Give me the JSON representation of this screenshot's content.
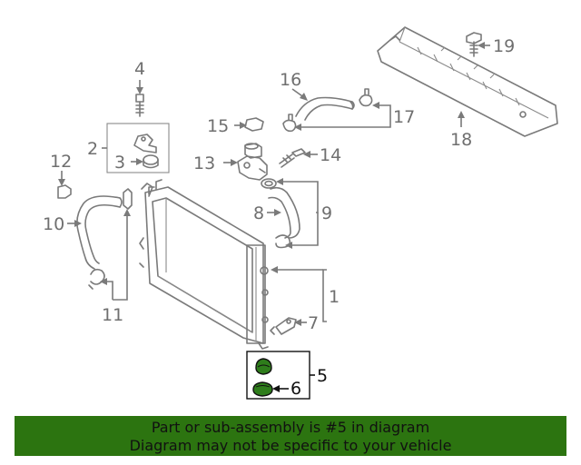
{
  "callouts": {
    "c1": "1",
    "c2": "2",
    "c3": "3",
    "c4": "4",
    "c5": "5",
    "c6": "6",
    "c7": "7",
    "c8": "8",
    "c9": "9",
    "c10": "10",
    "c11": "11",
    "c12": "12",
    "c13": "13",
    "c14": "14",
    "c15": "15",
    "c16": "16",
    "c17": "17",
    "c18": "18",
    "c19": "19"
  },
  "highlight": {
    "part": "5",
    "color": "#2e7d1b",
    "box_stroke": "#111111"
  },
  "banner": {
    "line1": "Part or sub-assembly is #5 in diagram",
    "line2": "Diagram may not be specific to your vehicle",
    "background": "#2c7410"
  }
}
